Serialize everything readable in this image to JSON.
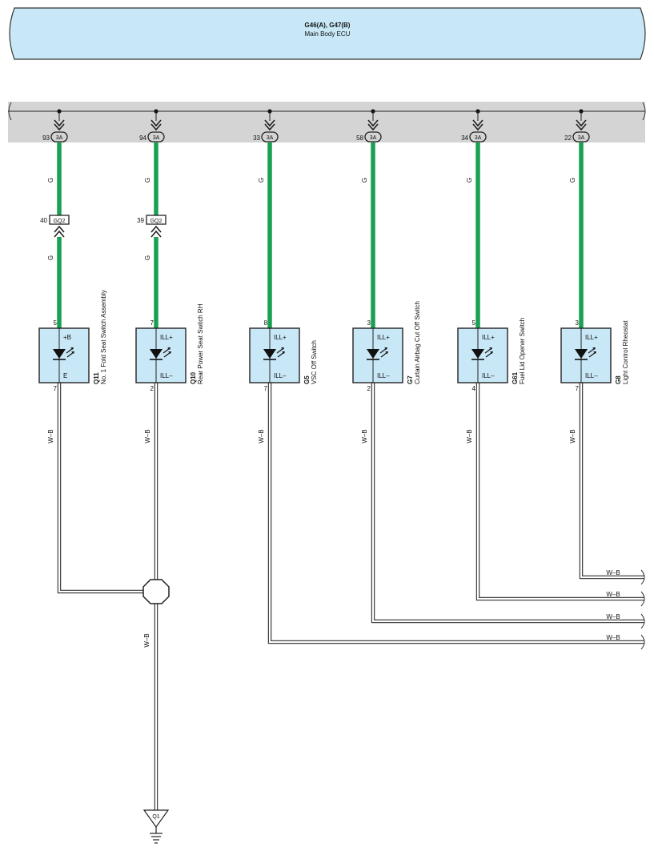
{
  "ecu": {
    "title": "G46(A), G47(B)",
    "subtitle": "Main Body ECU",
    "color_fill": "#c9e8f7",
    "color_stroke": "#333333"
  },
  "colors": {
    "wire_green": "#1aa052",
    "bus_gray": "#d4d4d4",
    "component_fill": "#c9e8f7"
  },
  "ecu_connector": "3A",
  "inline_connector": "GQ2",
  "switches": [
    {
      "id": "q11",
      "ecu_pin": "93",
      "wire_top": "G",
      "inline_pin": "40",
      "wire_mid": "G",
      "top_pin": "5",
      "top_label": "+B",
      "bottom_label": "E",
      "bottom_pin": "7",
      "name": "Q11",
      "desc": "No. 1 Fold Seat Switch Assembly",
      "ground_wire": "W–B"
    },
    {
      "id": "q10",
      "ecu_pin": "94",
      "wire_top": "G",
      "inline_pin": "39",
      "wire_mid": "G",
      "top_pin": "7",
      "top_label": "ILL+",
      "bottom_label": "ILL–",
      "bottom_pin": "2",
      "name": "Q10",
      "desc": "Rear Power Seat Switch RH",
      "ground_wire": "W–B"
    },
    {
      "id": "g5",
      "ecu_pin": "33",
      "wire_top": "G",
      "top_pin": "8",
      "top_label": "ILL+",
      "bottom_label": "ILL–",
      "bottom_pin": "7",
      "name": "G5",
      "desc": "VSC Off Switch",
      "ground_wire": "W–B"
    },
    {
      "id": "g7",
      "ecu_pin": "58",
      "wire_top": "G",
      "top_pin": "3",
      "top_label": "ILL+",
      "bottom_label": "ILL–",
      "bottom_pin": "2",
      "name": "G7",
      "desc": "Curtain Airbag Cut Off Switch",
      "ground_wire": "W–B"
    },
    {
      "id": "g61",
      "ecu_pin": "34",
      "wire_top": "G",
      "top_pin": "5",
      "top_label": "ILL+",
      "bottom_label": "ILL–",
      "bottom_pin": "4",
      "name": "G61",
      "desc": "Fuel Lid Opener Switch",
      "ground_wire": "W–B"
    },
    {
      "id": "g8",
      "ecu_pin": "22",
      "wire_top": "G",
      "top_pin": "3",
      "top_label": "ILL+",
      "bottom_label": "ILL–",
      "bottom_pin": "7",
      "name": "G8",
      "desc": "Light Control Rheostat",
      "ground_wire": "W–B"
    }
  ],
  "continuation_wires": [
    "W–B",
    "W–B",
    "W–B",
    "W–B"
  ],
  "junction_wire": "W–B",
  "ground": "Q1"
}
